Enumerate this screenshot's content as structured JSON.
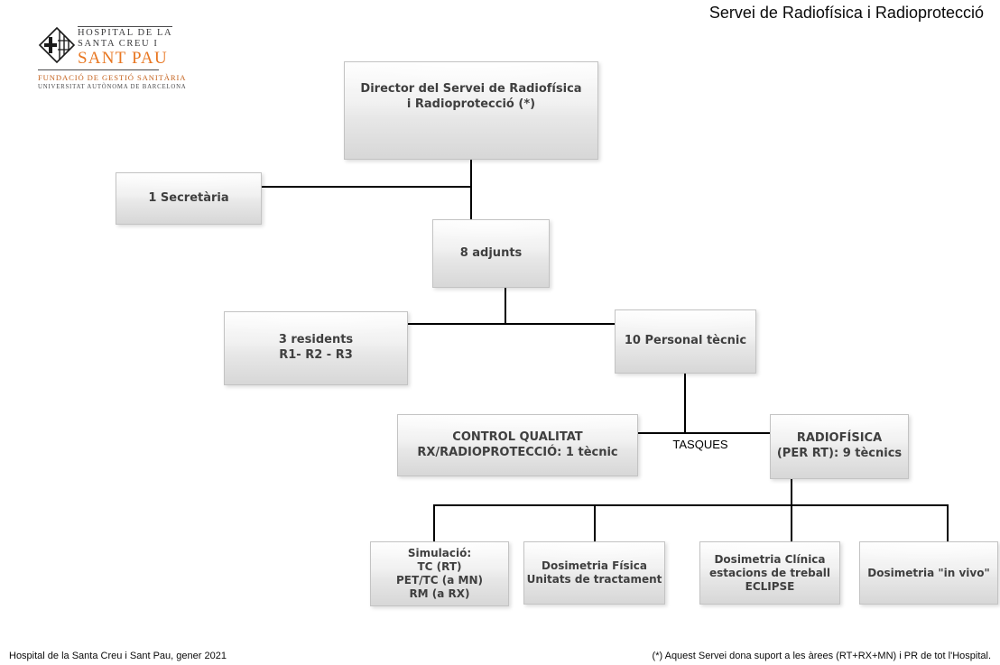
{
  "title": "Servei de Radiofísica i Radioprotecció",
  "logo": {
    "name1": "HOSPITAL DE LA",
    "name2": "SANTA CREU I",
    "name3": "SANT PAU",
    "sub1": "FUNDACIÓ DE GESTIÓ SANITÀRIA",
    "sub2": "UNIVERSITAT AUTÒNOMA DE BARCELONA"
  },
  "colors": {
    "orange": "#e87722",
    "orange-dark": "#c4611c",
    "box-text": "#3f3f3f",
    "line": "#000000"
  },
  "nodes": {
    "director": {
      "lines": [
        "Director del Servei de Radiofísica",
        "i Radioprotecció (*)"
      ]
    },
    "secretaria": {
      "lines": [
        "1 Secretària"
      ]
    },
    "adjunts": {
      "lines": [
        "8 adjunts"
      ]
    },
    "residents": {
      "lines": [
        "3 residents",
        "R1- R2 - R3"
      ]
    },
    "personal": {
      "lines": [
        "10 Personal tècnic"
      ]
    },
    "control": {
      "lines": [
        "CONTROL QUALITAT",
        "RX/RADIOPROTECCIÓ: 1 tècnic"
      ]
    },
    "radiofisica": {
      "lines": [
        "RADIOFÍSICA",
        "(PER RT): 9 tècnics"
      ]
    },
    "simulacio": {
      "lines": [
        "Simulació:",
        "TC (RT)",
        "PET/TC (a MN)",
        "RM (a RX)"
      ]
    },
    "dosimetria_fisica": {
      "lines": [
        "Dosimetria Física",
        "Unitats de tractament"
      ]
    },
    "dosimetria_clinica": {
      "lines": [
        "Dosimetria Clínica",
        "estacions de treball",
        "ECLIPSE"
      ]
    },
    "dosimetria_invivo": {
      "lines": [
        "Dosimetria \"in vivo\""
      ]
    }
  },
  "labels": {
    "tasques": "TASQUES"
  },
  "footer": {
    "left": "Hospital de la Santa Creu i Sant Pau, gener 2021",
    "right": "(*) Aquest Servei dona suport a les àrees (RT+RX+MN) i PR de tot l'Hospital."
  }
}
